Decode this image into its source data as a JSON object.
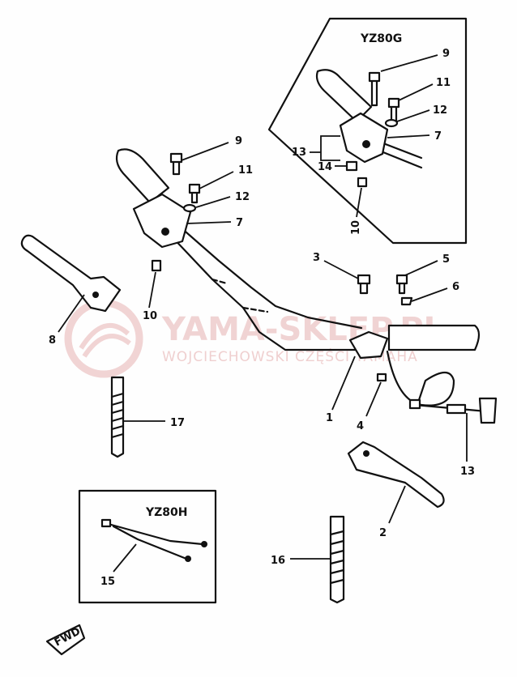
{
  "watermark": {
    "line1": "YAMA-SKLEP.PL",
    "line2": "WOJCIECHOWSKI CZĘŚCI YAMAHA",
    "color": "#e6b0b0"
  },
  "insets": {
    "yz80g_title": "YZ80G",
    "yz80h_title": "YZ80H"
  },
  "fwd_label": "FWD",
  "callouts": {
    "main": {
      "c1": "1",
      "c2": "2",
      "c3": "3",
      "c4": "4",
      "c5": "5",
      "c6": "6",
      "c7": "7",
      "c8": "8",
      "c9": "9",
      "c10": "10",
      "c11": "11",
      "c12": "12",
      "c13": "13",
      "c15": "15",
      "c16": "16",
      "c17": "17"
    },
    "yz80g": {
      "c7": "7",
      "c9": "9",
      "c10": "10",
      "c11": "11",
      "c12": "12",
      "c13": "13",
      "c14": "14"
    }
  }
}
